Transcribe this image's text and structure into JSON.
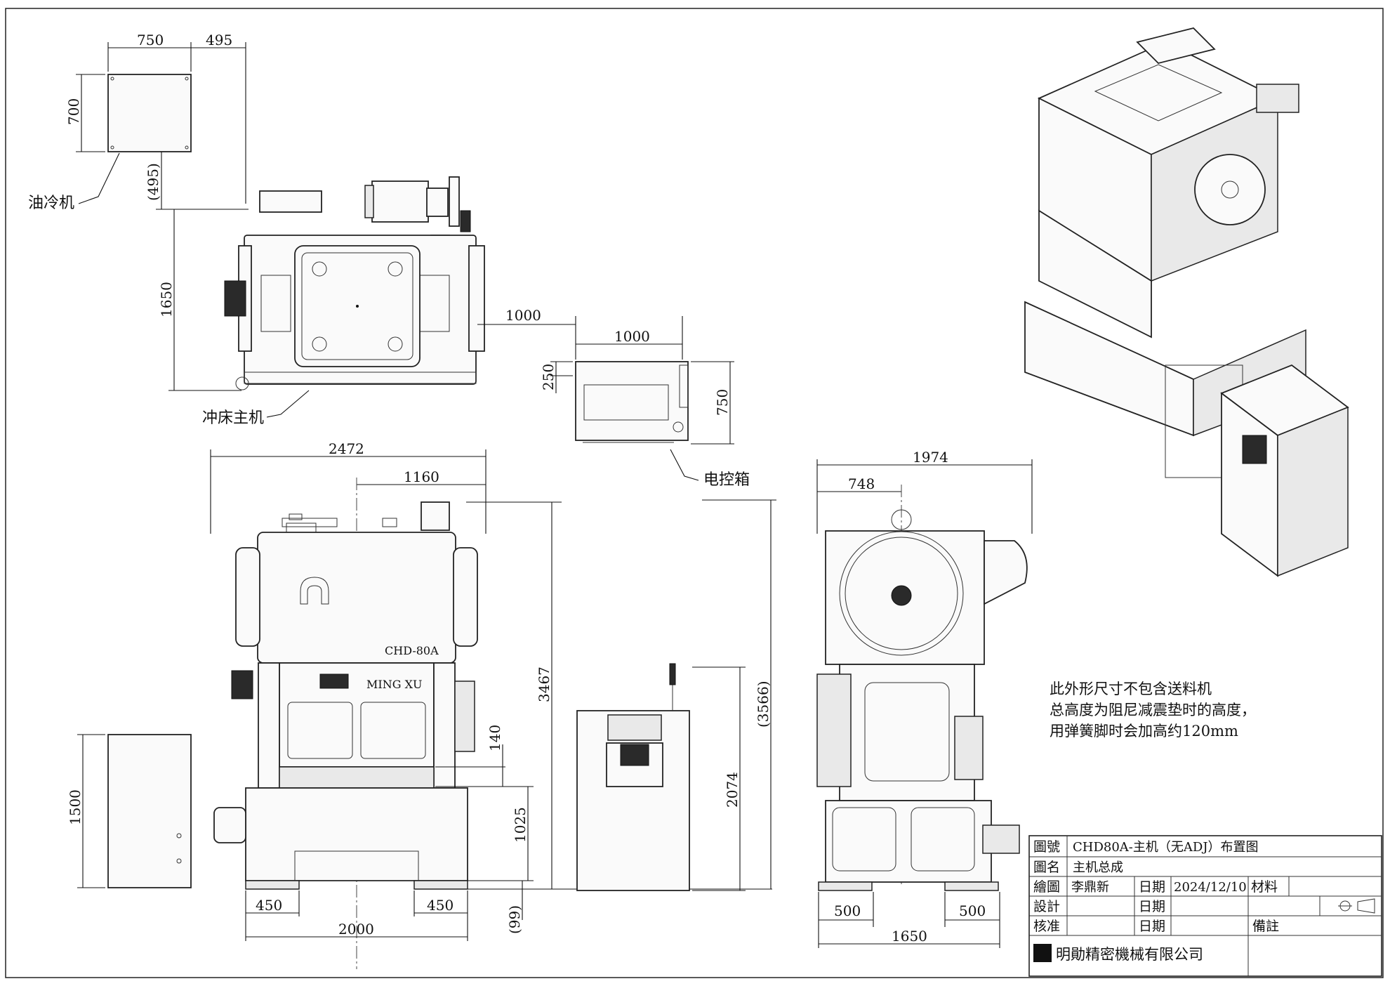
{
  "labels": {
    "oil_cooler": "油冷机",
    "press_main": "冲床主机",
    "control_box": "电控箱"
  },
  "dims": {
    "d750": "750",
    "d495": "495",
    "d700": "700",
    "d495p": "(495)",
    "d1650v": "1650",
    "d1000a": "1000",
    "d1000b": "1000",
    "d250": "250",
    "d750v": "750",
    "d2472": "2472",
    "d1160": "1160",
    "d3467": "3467",
    "d3566": "(3566)",
    "d140": "140",
    "d1025": "1025",
    "d99": "(99)",
    "d2074": "2074",
    "d1500": "1500",
    "d450a": "450",
    "d450b": "450",
    "d2000": "2000",
    "d1974": "1974",
    "d748": "748",
    "d500a": "500",
    "d500b": "500",
    "d1650h": "1650"
  },
  "note": {
    "line1": "此外形尺寸不包含送料机",
    "line2": "总高度为阻尼减震垫时的高度，",
    "line3": "用弹簧脚时会加高约120mm"
  },
  "title_block": {
    "drawing_no_label": "圖號",
    "drawing_no": "CHD80A-主机（无ADJ）布置图",
    "name_label": "圖名",
    "name": "主机总成",
    "drawn_label": "繪圖",
    "drawn_by": "李鼎新",
    "date_label": "日期",
    "drawn_date": "2024/12/10",
    "material_label": "材料",
    "design_label": "設計",
    "design_date_label": "日期",
    "check_label": "核准",
    "check_date_label": "日期",
    "remark_label": "備註",
    "company": "明勛精密機械有限公司"
  },
  "machine_marks": {
    "model": "CHD-80A",
    "brand": "MING XU"
  }
}
